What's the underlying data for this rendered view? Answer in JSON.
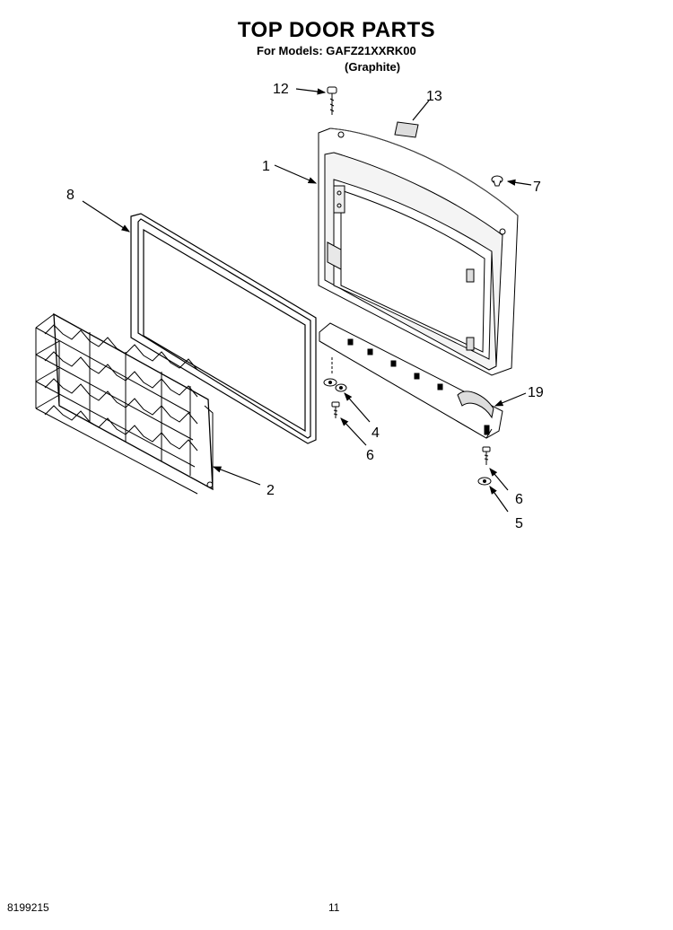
{
  "header": {
    "title": "TOP DOOR PARTS",
    "models_line": "For Models: GAFZ21XXRK00",
    "variant": "(Graphite)"
  },
  "footer": {
    "doc_number": "8199215",
    "page_number": "11"
  },
  "callouts": {
    "c1": "1",
    "c2": "2",
    "c4": "4",
    "c5": "5",
    "c6a": "6",
    "c6b": "6",
    "c7": "7",
    "c8": "8",
    "c12": "12",
    "c13": "13",
    "c19": "19"
  }
}
